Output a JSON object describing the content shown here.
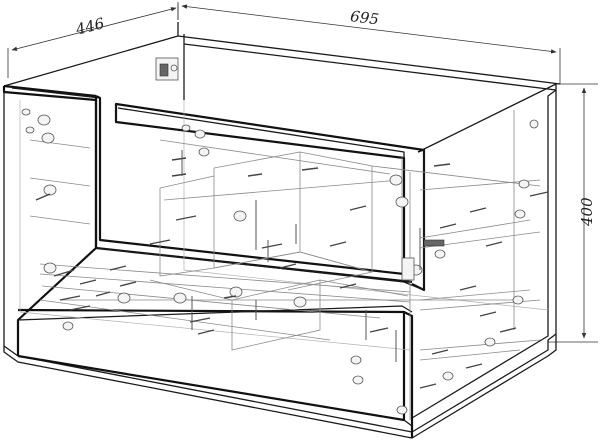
{
  "dimensions": {
    "depth": "446",
    "width": "695",
    "height": "400"
  }
}
